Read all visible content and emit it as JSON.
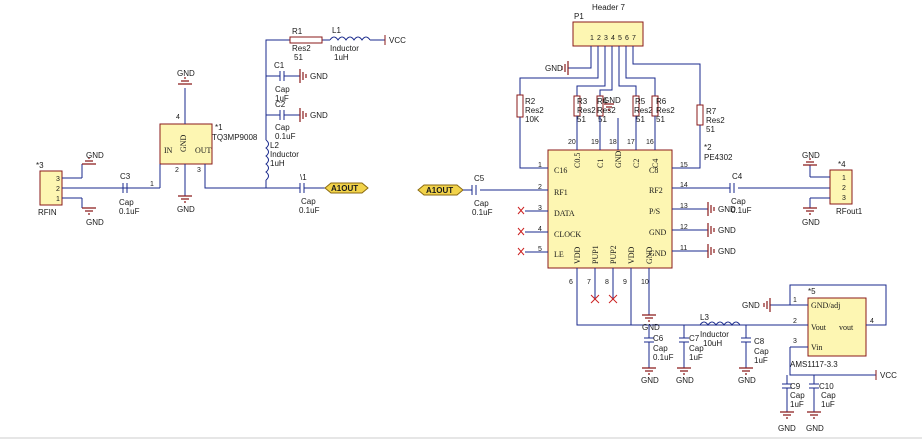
{
  "schematic": {
    "u1": {
      "ref": "*1",
      "name": "TQ3MP9008",
      "pins": {
        "in": "IN",
        "gnd": "GND",
        "out": "OUT"
      },
      "pinno": {
        "in": "1",
        "gnd": "2",
        "out": "3",
        "top": "4"
      }
    },
    "j3": {
      "ref": "*3",
      "name": "RFIN",
      "pins": [
        "3",
        "2",
        "1"
      ]
    },
    "j4": {
      "ref": "*4",
      "name": "RFout1",
      "pins": [
        "1",
        "2",
        "3"
      ]
    },
    "p1": {
      "ref": "P1",
      "name": "Header 7",
      "pins": [
        "1",
        "2",
        "3",
        "4",
        "5",
        "6",
        "7"
      ]
    },
    "u2": {
      "ref": "*2",
      "name": "PE4302",
      "left": [
        [
          "1",
          "C16"
        ],
        [
          "2",
          "RF1"
        ],
        [
          "3",
          "DATA"
        ],
        [
          "4",
          "CLOCK"
        ],
        [
          "5",
          "LE"
        ]
      ],
      "top": [
        [
          "20",
          "C0.5"
        ],
        [
          "19",
          "C1"
        ],
        [
          "18",
          "GND"
        ],
        [
          "17",
          "C2"
        ],
        [
          "16",
          "C4"
        ]
      ],
      "right": [
        [
          "15",
          "C8"
        ],
        [
          "14",
          "RF2"
        ],
        [
          "13",
          "P/S"
        ],
        [
          "12",
          "GND"
        ],
        [
          "11",
          "GND"
        ]
      ],
      "bottom": [
        [
          "6",
          "VDD"
        ],
        [
          "7",
          "PUP1"
        ],
        [
          "8",
          "PUP2"
        ],
        [
          "9",
          "VDD"
        ],
        [
          "10",
          "GND"
        ]
      ]
    },
    "u5": {
      "ref": "*5",
      "name": "AMS1117-3.3",
      "pins": {
        "gnd": "GND/adj",
        "vout": "Vout",
        "vin": "Vin",
        "out": "vout"
      },
      "pinno": [
        "1",
        "2",
        "3",
        "4"
      ]
    },
    "r1": {
      "ref": "R1",
      "type": "Res2",
      "value": "51"
    },
    "l1": {
      "ref": "L1",
      "type": "Inductor",
      "value": "1uH"
    },
    "l2": {
      "ref": "L2",
      "type": "Inductor",
      "value": "1uH"
    },
    "l3": {
      "ref": "L3",
      "type": "Inductor",
      "value": "10uH"
    },
    "c1": {
      "ref": "C1",
      "type": "Cap",
      "value": "1uF"
    },
    "c2": {
      "ref": "C2",
      "type": "Cap",
      "value": "0.1uF"
    },
    "c3": {
      "ref": "C3",
      "type": "Cap",
      "value": "0.1uF"
    },
    "c4": {
      "ref": "C4",
      "type": "Cap",
      "value": "0.1uF"
    },
    "c5": {
      "ref": "C5",
      "type": "Cap",
      "value": "0.1uF"
    },
    "c6": {
      "ref": "C6",
      "type": "Cap",
      "value": "0.1uF"
    },
    "c7": {
      "ref": "C7",
      "type": "Cap",
      "value": "1uF"
    },
    "c8": {
      "ref": "C8",
      "type": "Cap",
      "value": "1uF"
    },
    "c9": {
      "ref": "C9",
      "type": "Cap",
      "value": "1uF"
    },
    "c10": {
      "ref": "C10",
      "type": "Cap",
      "value": "1uF"
    },
    "c11": {
      "ref": "\\1",
      "type": "Cap",
      "value": "0.1uF"
    },
    "r2": {
      "ref": "R2",
      "type": "Res2",
      "value": "10K"
    },
    "r3": {
      "ref": "R3",
      "type": "Res2",
      "value": "51"
    },
    "r4": {
      "ref": "R4",
      "type": "Res2",
      "value": "51"
    },
    "r5": {
      "ref": "R5",
      "type": "Res2",
      "value": "51"
    },
    "r6": {
      "ref": "R6",
      "type": "Res2",
      "value": "51"
    },
    "r7": {
      "ref": "R7",
      "type": "Res2",
      "value": "51"
    },
    "nets": {
      "vcc": "VCC",
      "gnd": "GND",
      "a1out": "A1OUT"
    }
  }
}
